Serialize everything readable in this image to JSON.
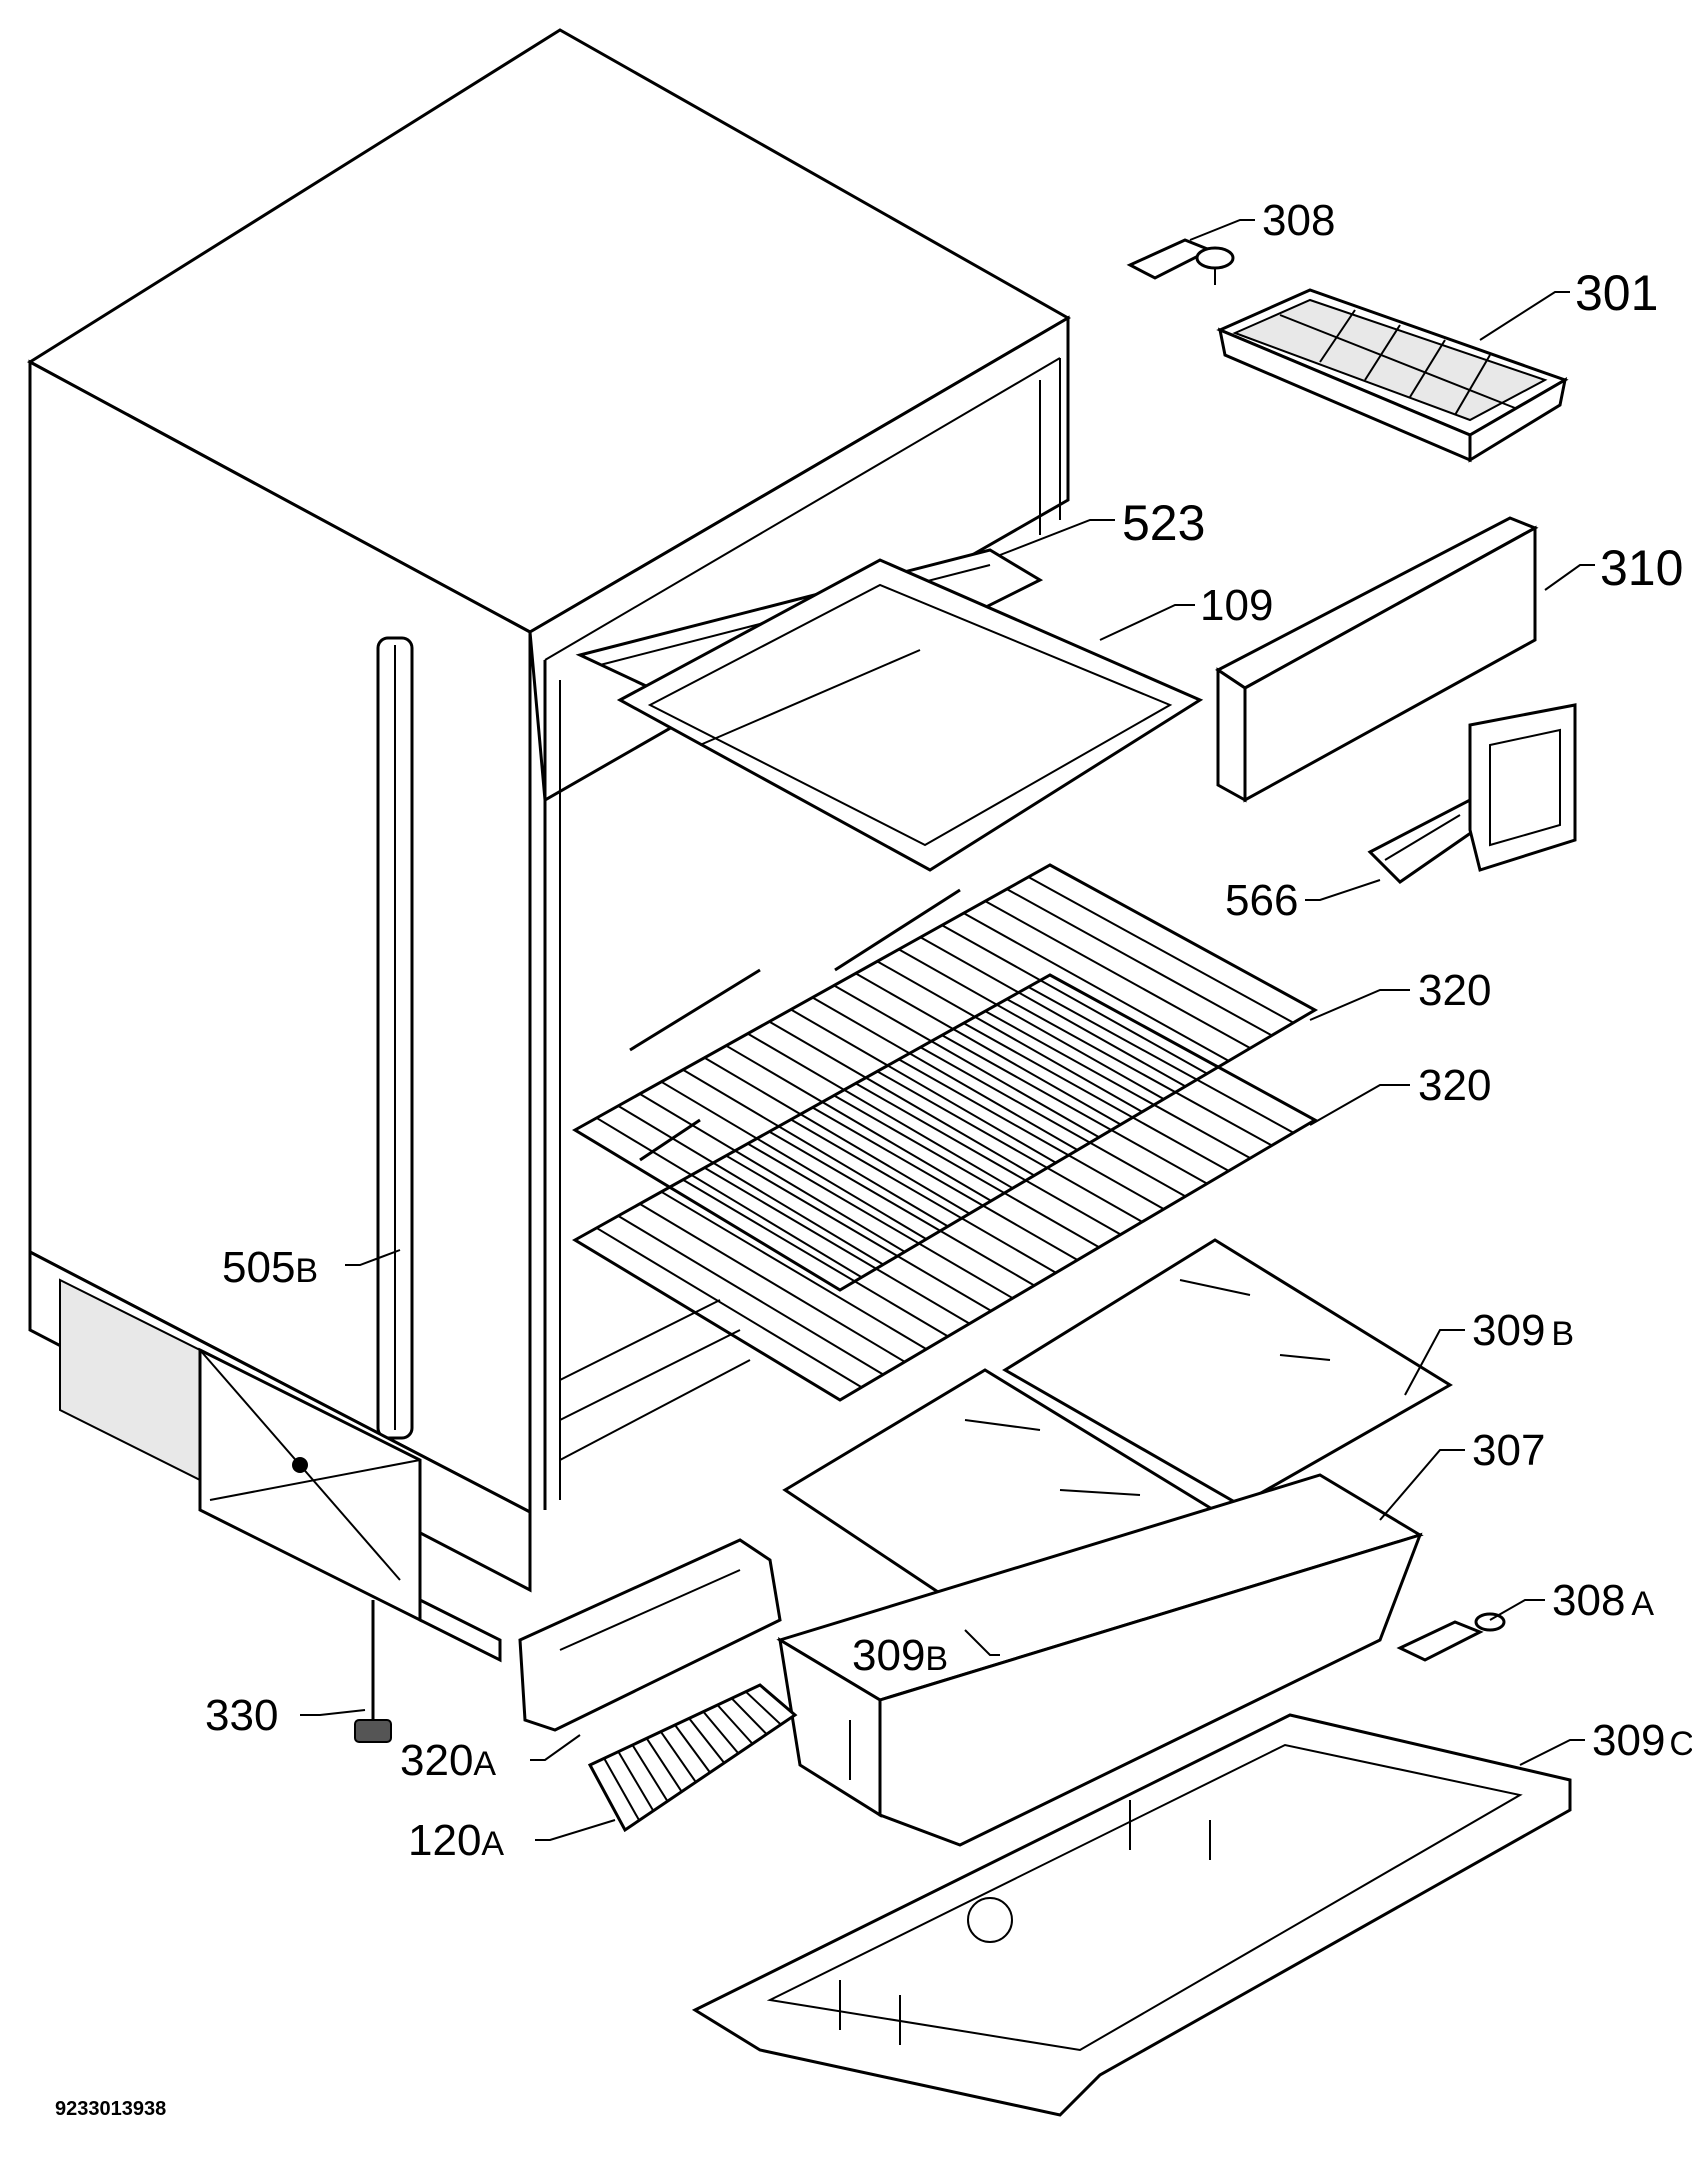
{
  "diagram": {
    "type": "exploded-parts-view",
    "document_number": "9233013938",
    "parts": [
      {
        "key": "p308",
        "number": "308",
        "suffix": ""
      },
      {
        "key": "p301",
        "number": "301",
        "suffix": ""
      },
      {
        "key": "p523",
        "number": "523",
        "suffix": ""
      },
      {
        "key": "p310",
        "number": "310",
        "suffix": ""
      },
      {
        "key": "p109",
        "number": "109",
        "suffix": ""
      },
      {
        "key": "p566",
        "number": "566",
        "suffix": ""
      },
      {
        "key": "p320a",
        "number": "320",
        "suffix": ""
      },
      {
        "key": "p320b",
        "number": "320",
        "suffix": ""
      },
      {
        "key": "p505b",
        "number": "505",
        "suffix": "B"
      },
      {
        "key": "p309b_top",
        "number": "309",
        "suffix": "B"
      },
      {
        "key": "p307",
        "number": "307",
        "suffix": ""
      },
      {
        "key": "p308a",
        "number": "308",
        "suffix": "A"
      },
      {
        "key": "p309b_low",
        "number": "309",
        "suffix": "B"
      },
      {
        "key": "p330",
        "number": "330",
        "suffix": ""
      },
      {
        "key": "p320A",
        "number": "320",
        "suffix": "A"
      },
      {
        "key": "p309c",
        "number": "309",
        "suffix": "C"
      },
      {
        "key": "p120a",
        "number": "120",
        "suffix": "A"
      }
    ]
  },
  "icons": {
    "cabinet": "refrigerator-cabinet-icon",
    "tray": "ice-cube-tray-icon",
    "shelf": "wire-shelf-icon",
    "crisper": "crisper-drawer-icon"
  }
}
